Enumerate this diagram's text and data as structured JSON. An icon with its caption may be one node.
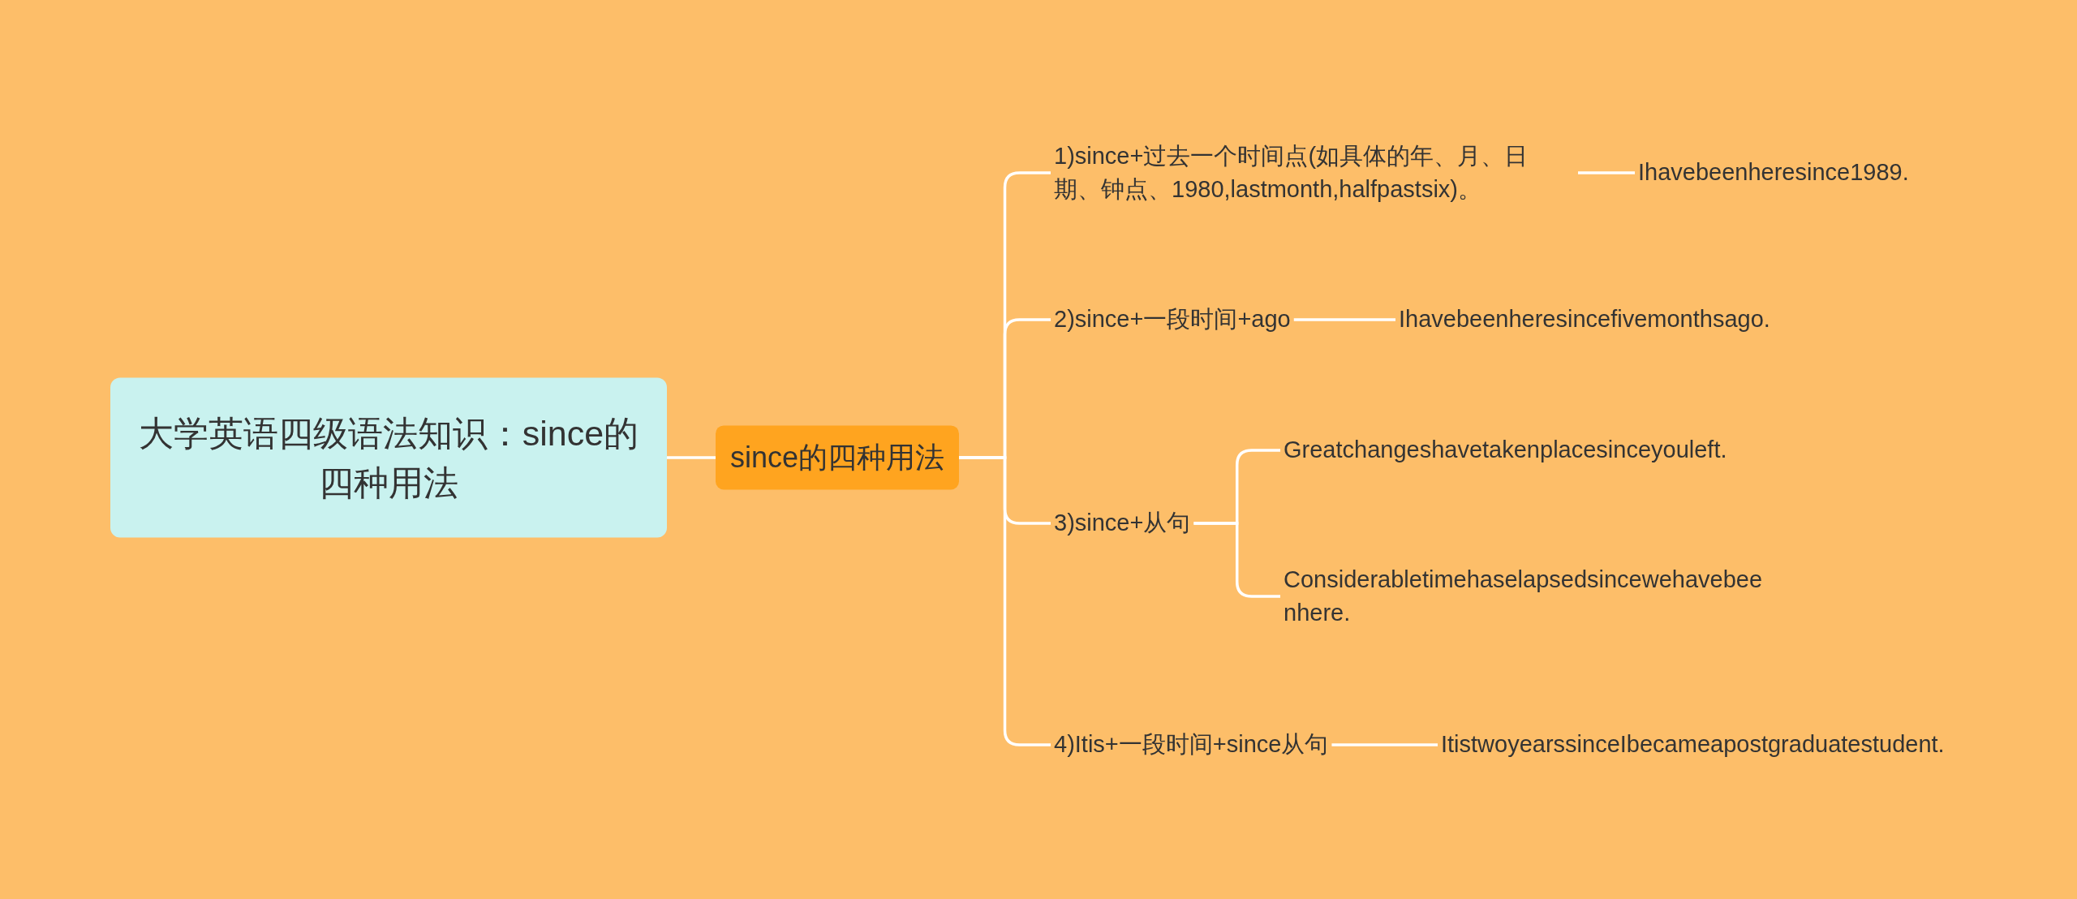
{
  "diagram": {
    "nodes": [
      {
        "text": [
          "大学英语四级语法知识：since的四种用法"
        ]
      },
      {
        "text": [
          "since的四种用法"
        ]
      },
      {
        "text": [
          "1)since+过去一个时间点(如具体的年、月、日期、钟点、1980,lastmonth,halfpastsix)。"
        ]
      },
      {
        "text": [
          "Ihavebeenheresince1989."
        ]
      },
      {
        "text": [
          "2)since+一段时间+ago"
        ]
      },
      {
        "text": [
          "Ihavebeenheresincefivemonthsago."
        ]
      },
      {
        "text": [
          "3)since+从句"
        ]
      },
      {
        "text": [
          "Greatchangeshavetakenplacesinceyouleft."
        ]
      },
      {
        "text": [
          "Considerabletimehaselapsedsincewehavebeenhere."
        ]
      },
      {
        "text": [
          "4)Itis+一段时间+since从句"
        ]
      },
      {
        "text": [
          "ItistwoyearssinceIbecameapostgraduatestudent."
        ]
      }
    ],
    "edges": [
      {
        "from": 0,
        "to": 1,
        "arrow": "none"
      },
      {
        "from": 1,
        "to": 2,
        "arrow": "none"
      },
      {
        "from": 1,
        "to": 4,
        "arrow": "none"
      },
      {
        "from": 1,
        "to": 6,
        "arrow": "none"
      },
      {
        "from": 1,
        "to": 9,
        "arrow": "none"
      },
      {
        "from": 2,
        "to": 3,
        "arrow": "none"
      },
      {
        "from": 4,
        "to": 5,
        "arrow": "none"
      },
      {
        "from": 6,
        "to": 7,
        "arrow": "none"
      },
      {
        "from": 6,
        "to": 8,
        "arrow": "none"
      },
      {
        "from": 9,
        "to": 10,
        "arrow": "none"
      }
    ]
  }
}
